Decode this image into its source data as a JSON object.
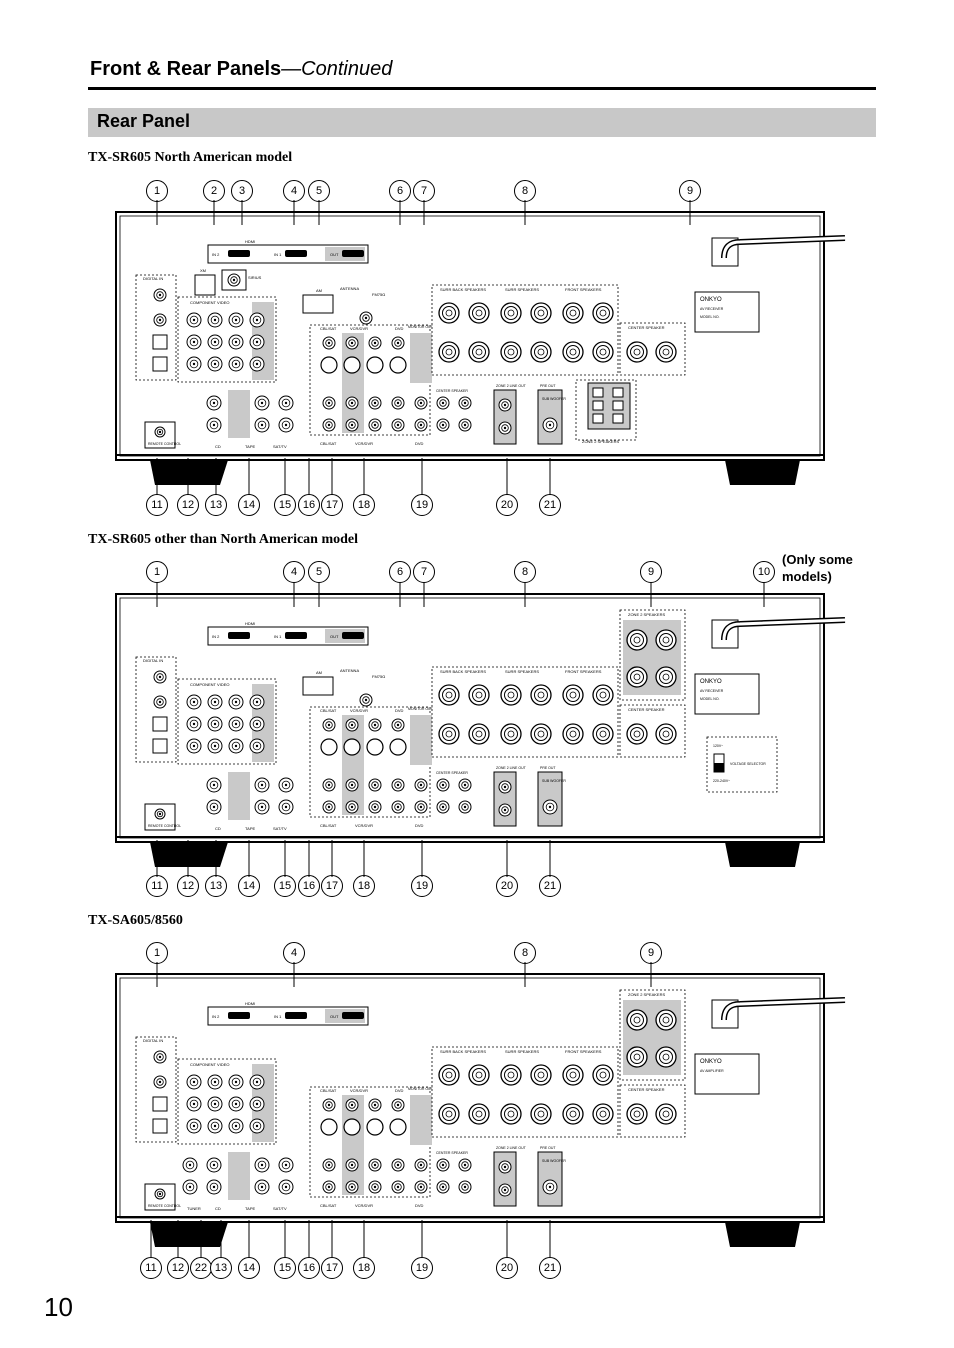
{
  "header": {
    "title_main": "Front & Rear Panels",
    "title_cont": "—Continued"
  },
  "section": {
    "title": "Rear Panel"
  },
  "diagrams": [
    {
      "heading": "TX-SR605 North American model",
      "top_callouts": [
        "1",
        "2",
        "3",
        "4",
        "5",
        "6",
        "7",
        "8",
        "9"
      ],
      "bottom_callouts": [
        "11",
        "12",
        "13",
        "14",
        "15",
        "16",
        "17",
        "18",
        "19",
        "20",
        "21"
      ]
    },
    {
      "heading": "TX-SR605 other than North American model",
      "top_callouts": [
        "1",
        "4",
        "5",
        "6",
        "7",
        "8",
        "9",
        "10"
      ],
      "bottom_callouts": [
        "11",
        "12",
        "13",
        "14",
        "15",
        "16",
        "17",
        "18",
        "19",
        "20",
        "21"
      ],
      "note_line1": "(Only some",
      "note_line2": "models)"
    },
    {
      "heading": "TX-SA605/8560",
      "top_callouts": [
        "1",
        "4",
        "8",
        "9"
      ],
      "bottom_callouts": [
        "11",
        "12",
        "22",
        "13",
        "14",
        "15",
        "16",
        "17",
        "18",
        "19",
        "20",
        "21"
      ]
    }
  ],
  "panel_labels": {
    "hdmi": "HDMI",
    "in2": "IN 2",
    "in1": "IN 1",
    "out": "OUT",
    "digital_in": "DIGITAL IN",
    "xm": "XM",
    "sirius": "SIRIUS",
    "antenna": "ANTENNA",
    "am": "AM",
    "fm": "FM75Ω",
    "component_video": "COMPONENT VIDEO",
    "monitor_out": "MONITOR OUT",
    "surr_back": "SURR BACK SPEAKERS",
    "surr": "SURR SPEAKERS",
    "front": "FRONT SPEAKERS",
    "center": "CENTER SPEAKER",
    "zone2": "ZONE 2 SPEAKERS",
    "zone2_line": "ZONE 2 LINE OUT",
    "pre_out": "PRE OUT",
    "subwoofer": "SUB WOOFER",
    "remote": "REMOTE CONTROL",
    "cd": "CD",
    "tape": "TAPE",
    "sat": "SAT/TV",
    "cbl": "CBL/SAT",
    "vcr": "VCR/DVR",
    "dvd": "DVD",
    "tuner": "TUNER",
    "brand": "ONKYO",
    "receiver": "AV RECEIVER",
    "amplifier": "AV AMPLIFIER",
    "model_no": "MODEL NO.",
    "voltage": "VOLTAGE SELECTOR",
    "v120": "120V~",
    "v220": "220-240V~"
  }
}
